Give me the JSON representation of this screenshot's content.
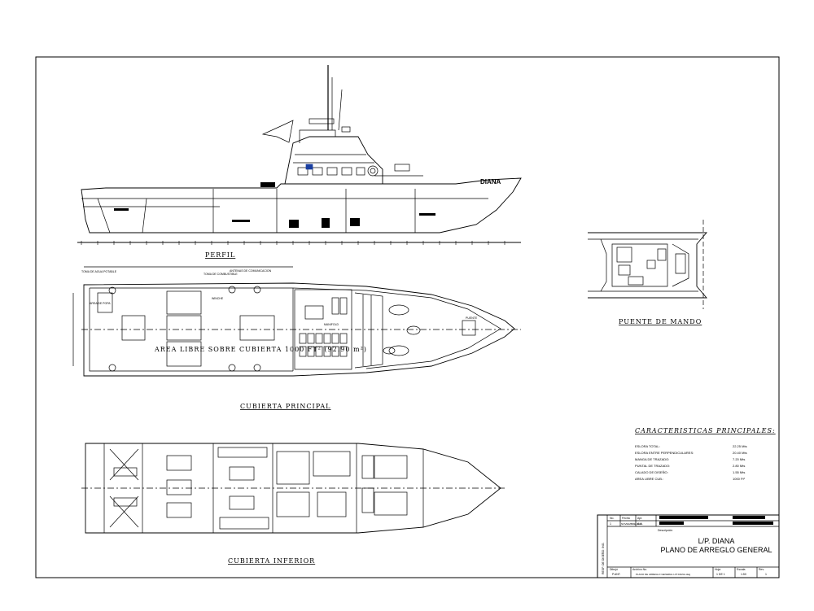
{
  "views": {
    "profile": "PERFIL",
    "bridge": "PUENTE  DE  MANDO",
    "main_deck": "CUBIERTA  PRINCIPAL",
    "lower_deck": "CUBIERTA  INFERIOR"
  },
  "vessel_name": "DIANA",
  "main_deck_area": "AREA  LIBRE  SOBRE  CUBIERTA  1000  FT² (92.90  m²)",
  "characteristics": {
    "title": "CARACTERISTICAS PRINCIPALES:",
    "rows": [
      {
        "label": "ESLORA TOTAL:",
        "value": "22.25 Mts"
      },
      {
        "label": "ESLORA ENTRE PERPENDICULARES:",
        "value": "20.40 Mts"
      },
      {
        "label": "MANGA DE TRAZADO:",
        "value": "7.20 Mts"
      },
      {
        "label": "PUNTAL DE TRAZADO:",
        "value": "2.80 Mts"
      },
      {
        "label": "CALADO DE DISEÑO:",
        "value": "1.55 Mts"
      },
      {
        "label": "AREA LIBRE CUB.:",
        "value": "1000 Ft²"
      }
    ]
  },
  "title_block": {
    "header": {
      "no": "No.",
      "fecha": "Fecha",
      "apr": "Apr."
    },
    "rev_row": {
      "no": "1",
      "fecha": "NOVIEMBRE 2009",
      "apr": "A.A."
    },
    "description_label": "Descripción",
    "title_line1": "L/P. DIANA",
    "title_line2": "PLANO DE ARREGLO GENERAL",
    "side_text": "RESP. DE DISEÑO: ING.",
    "footer": {
      "dibujo_label": "Dibujó",
      "dibujo_value": "P.ANT.",
      "archivo_label": "Archivo No.",
      "archivo_value": "PLANO DE ARREGLO GENERAL L/P DIANA.dwg",
      "hoja_label": "Hoja",
      "hoja_value": "1 DE 1",
      "escala_label": "Escala",
      "escala_value": "1:50",
      "rev_label": "Rev.",
      "rev_value": "1"
    }
  },
  "small_notes": [
    "TOMA DE AGUA POTABLE",
    "TOMA DE COMBUSTIBLE",
    "ANTENAS DE COMUNICACION",
    "AREA DE POPA",
    "WINCHE",
    "MANIFOLD",
    "PUENTE"
  ]
}
